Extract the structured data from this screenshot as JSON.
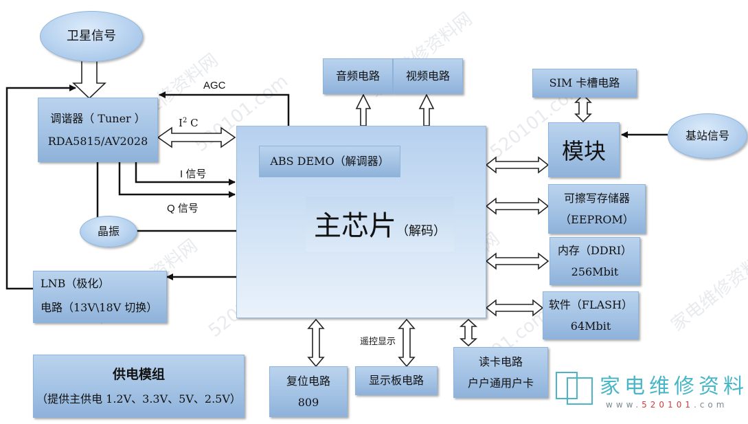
{
  "nodes": {
    "satellite": "卫星信号",
    "tuner_line1": "调谐器（ Tuner ）",
    "tuner_line2": "RDA5815/AV2028",
    "crystal": "晶振",
    "lnb_line1": "LNB（极化）",
    "lnb_line2": "电路（13V\\18V 切换）",
    "power_title": "供电模组",
    "power_sub": "（提供主供电 1.2V、3.3V、5V、2.5V）",
    "audio": "音频电路",
    "video": "视频电路",
    "demod": "ABS DEMO（解调器）",
    "main_chip": "主芯片",
    "main_chip_sub": "（解码）",
    "sim": "SIM 卡槽电路",
    "module": "模块",
    "base_station": "基站信号",
    "eeprom_line1": "可擦写存储器",
    "eeprom_line2": "（EEPROM）",
    "ram_line1": "内存（DDRI）",
    "ram_line2": "256Mbit",
    "flash_line1": "软件（FLASH）",
    "flash_line2": "64Mbit",
    "reset_line1": "复位电路",
    "reset_line2": "809",
    "display": "显示板电路",
    "card_line1": "读卡电路",
    "card_line2": "户户通用户卡"
  },
  "labels": {
    "agc": "AGC",
    "i2c_base": "I",
    "i2c_sup": "2",
    "i2c_tail": " C",
    "i_signal": "I 信号",
    "q_signal": "Q 信号",
    "remote_display": "遥控显示"
  },
  "watermark": {
    "logo": "家电维修资料网",
    "url_a": "www.",
    "url_b": "520101",
    "url_c": ".com",
    "tiles": [
      "家电维修资料网",
      "520101.com",
      "家电维修资料网",
      "520101.com",
      "家电维修资料网",
      "520101.com",
      "家电维修资料网",
      "520101.com",
      "家电维修资料网"
    ]
  },
  "colors": {
    "box_fill": "#a3c2e4",
    "box_border": "#8fb4dc",
    "line": "#111111",
    "logo": "#49b6c8"
  }
}
